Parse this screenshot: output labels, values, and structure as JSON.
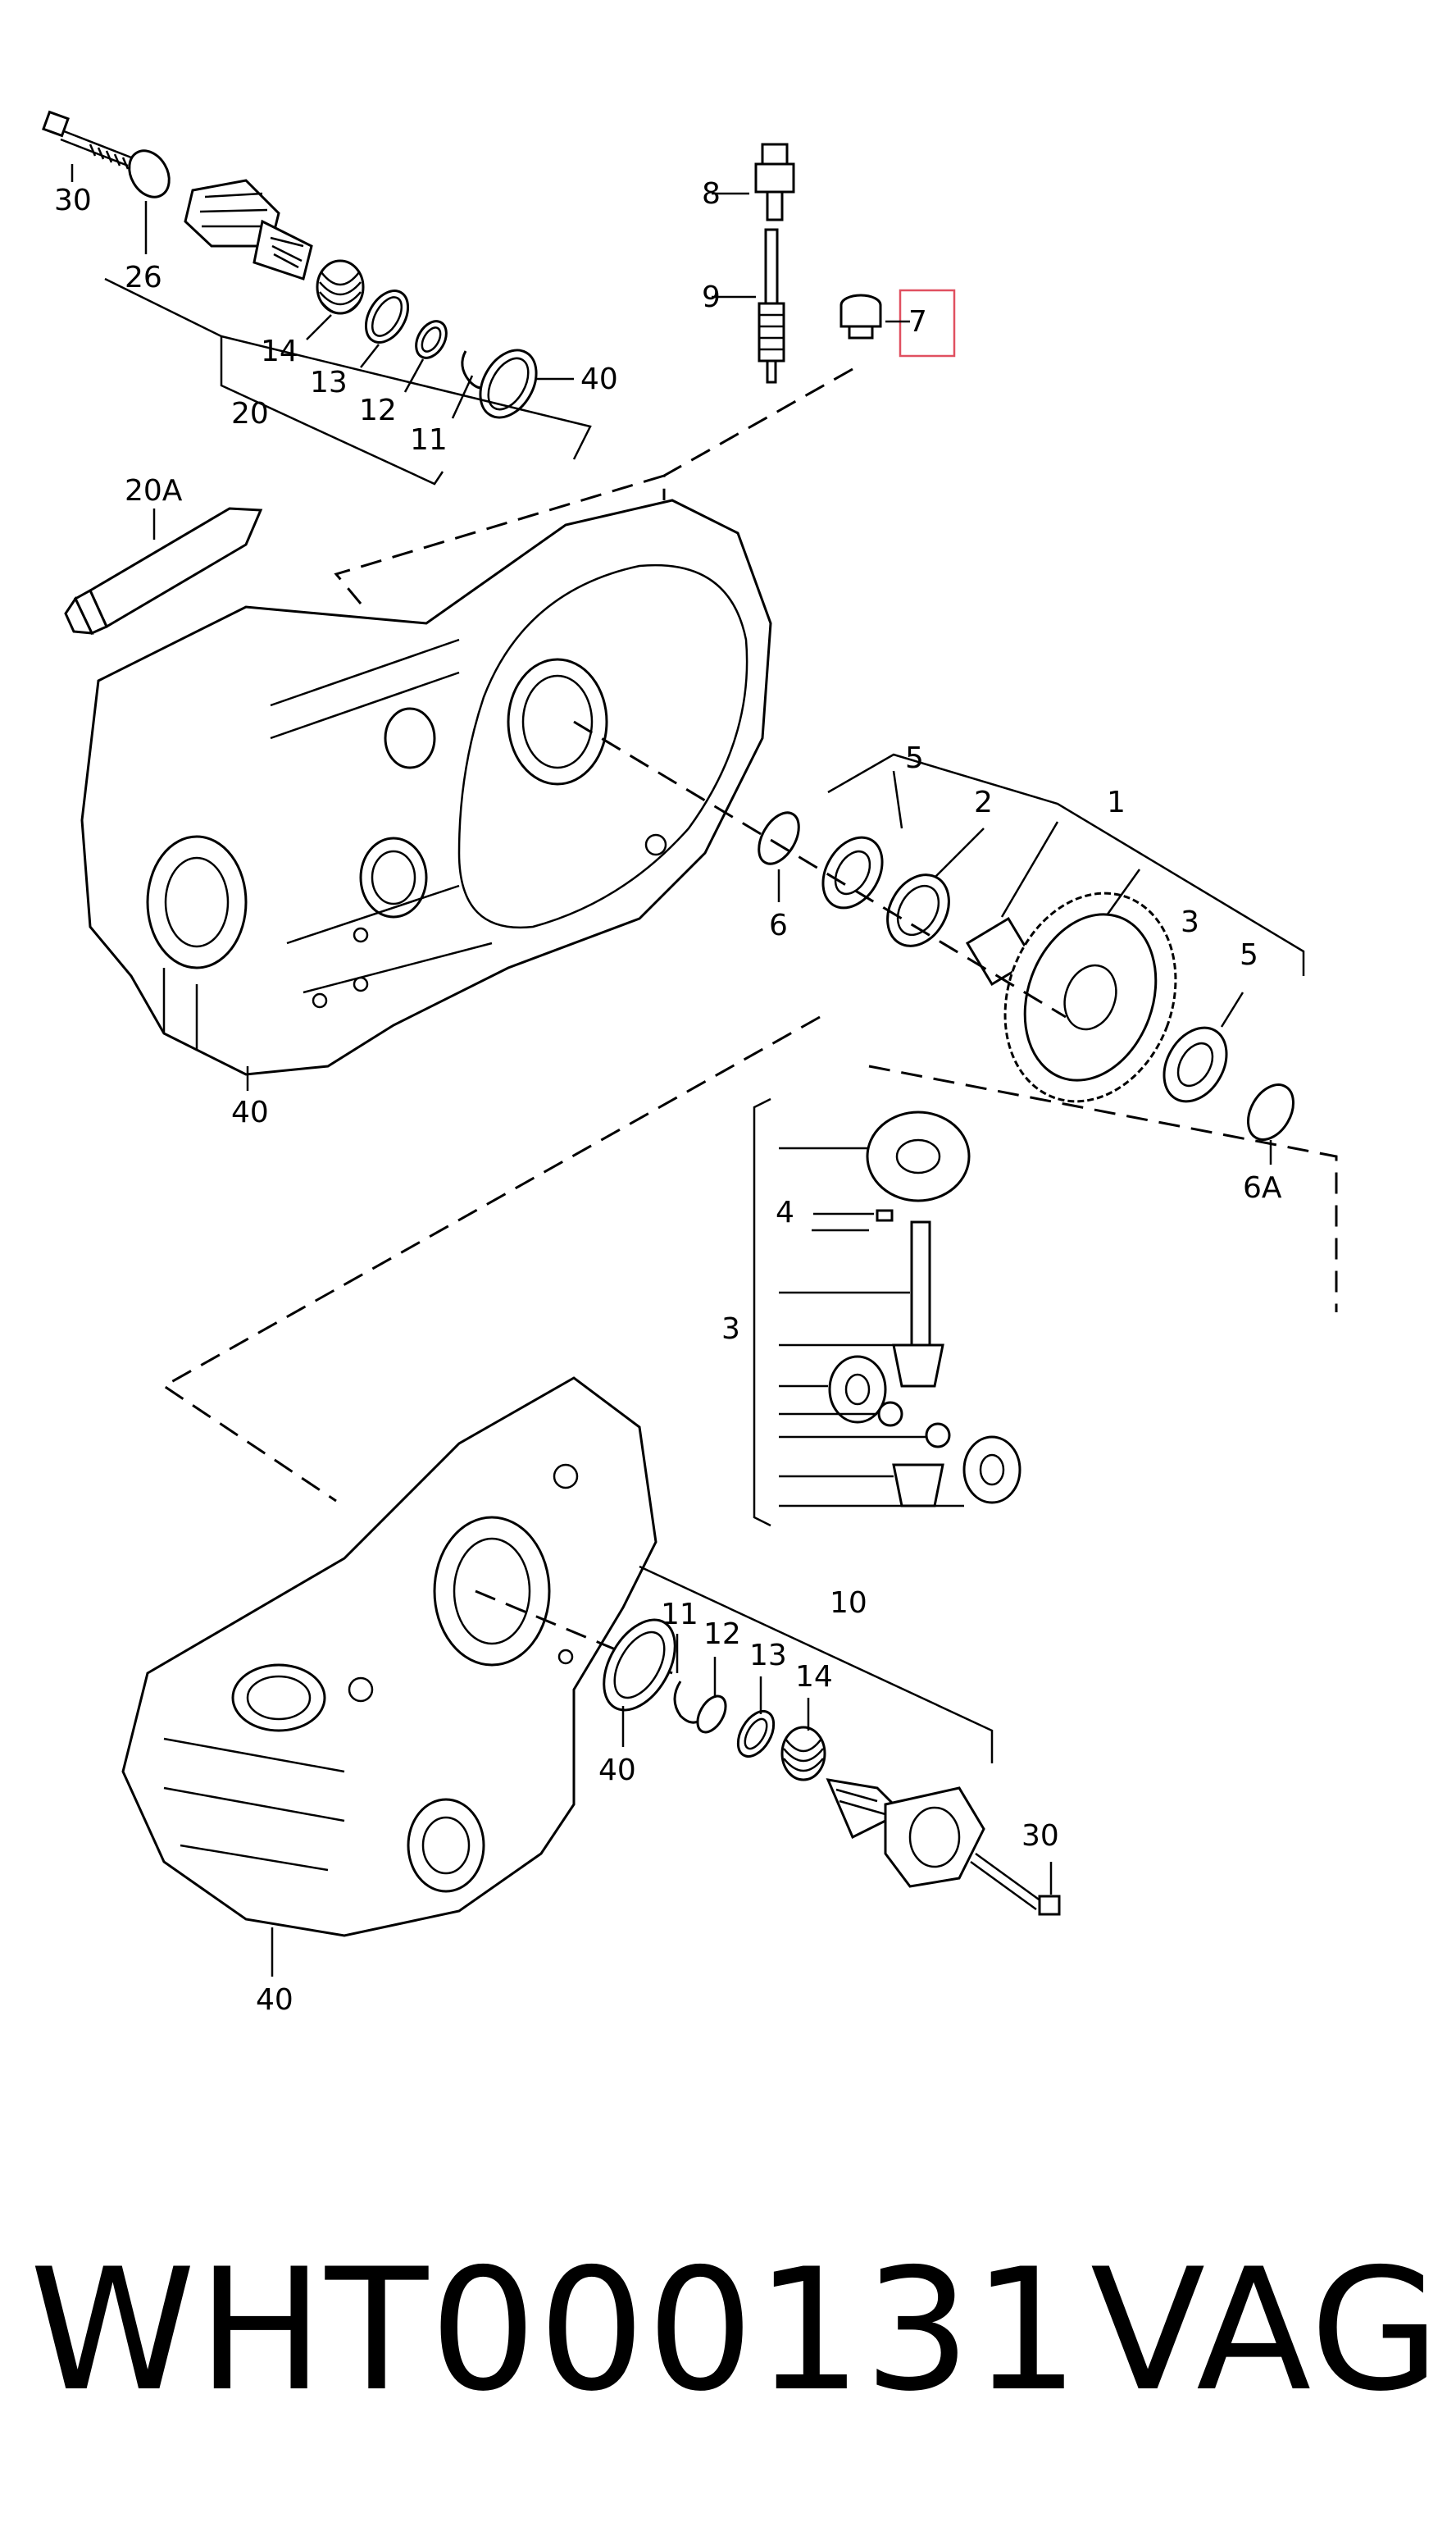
{
  "callouts": {
    "c30_top": "30",
    "c26": "26",
    "c14_top": "14",
    "c13_top": "13",
    "c12_top": "12",
    "c11_top": "11",
    "c40_top": "40",
    "c20": "20",
    "c8": "8",
    "c9": "9",
    "c7": "7",
    "c20A": "20A",
    "c40_left": "40",
    "c6": "6",
    "c5_top": "5",
    "c2": "2",
    "c1": "1",
    "c3_right": "3",
    "c5_right": "5",
    "c6A": "6A",
    "c4": "4",
    "c3_left": "3",
    "c11_bot": "11",
    "c12_bot": "12",
    "c13_bot": "13",
    "c14_bot": "14",
    "c10": "10",
    "c40_bot_ring": "40",
    "c30_bot": "30",
    "c40_bot_case": "40"
  },
  "highlight": {
    "callout": "7",
    "color": "#e05060"
  },
  "footer": {
    "part_number": "WHT000131",
    "brand": "VAG"
  }
}
